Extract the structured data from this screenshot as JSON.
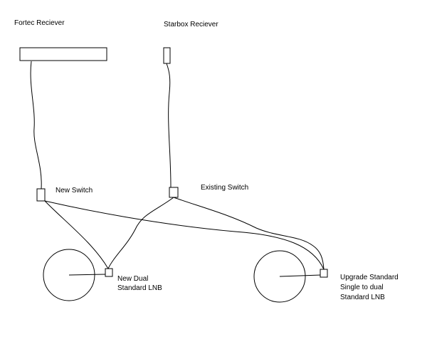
{
  "labels": {
    "fortec_receiver": "Fortec Reciever",
    "starbox_receiver": "Starbox Reciever",
    "new_switch": "New Switch",
    "existing_switch": "Existing Switch",
    "new_lnb_line1": "New Dual",
    "new_lnb_line2": "Standard LNB",
    "upgrade_lnb_line1": "Upgrade Standard",
    "upgrade_lnb_line2": "Single to dual",
    "upgrade_lnb_line3": "Standard LNB"
  },
  "colors": {
    "line": "#000000",
    "background": "#ffffff"
  }
}
